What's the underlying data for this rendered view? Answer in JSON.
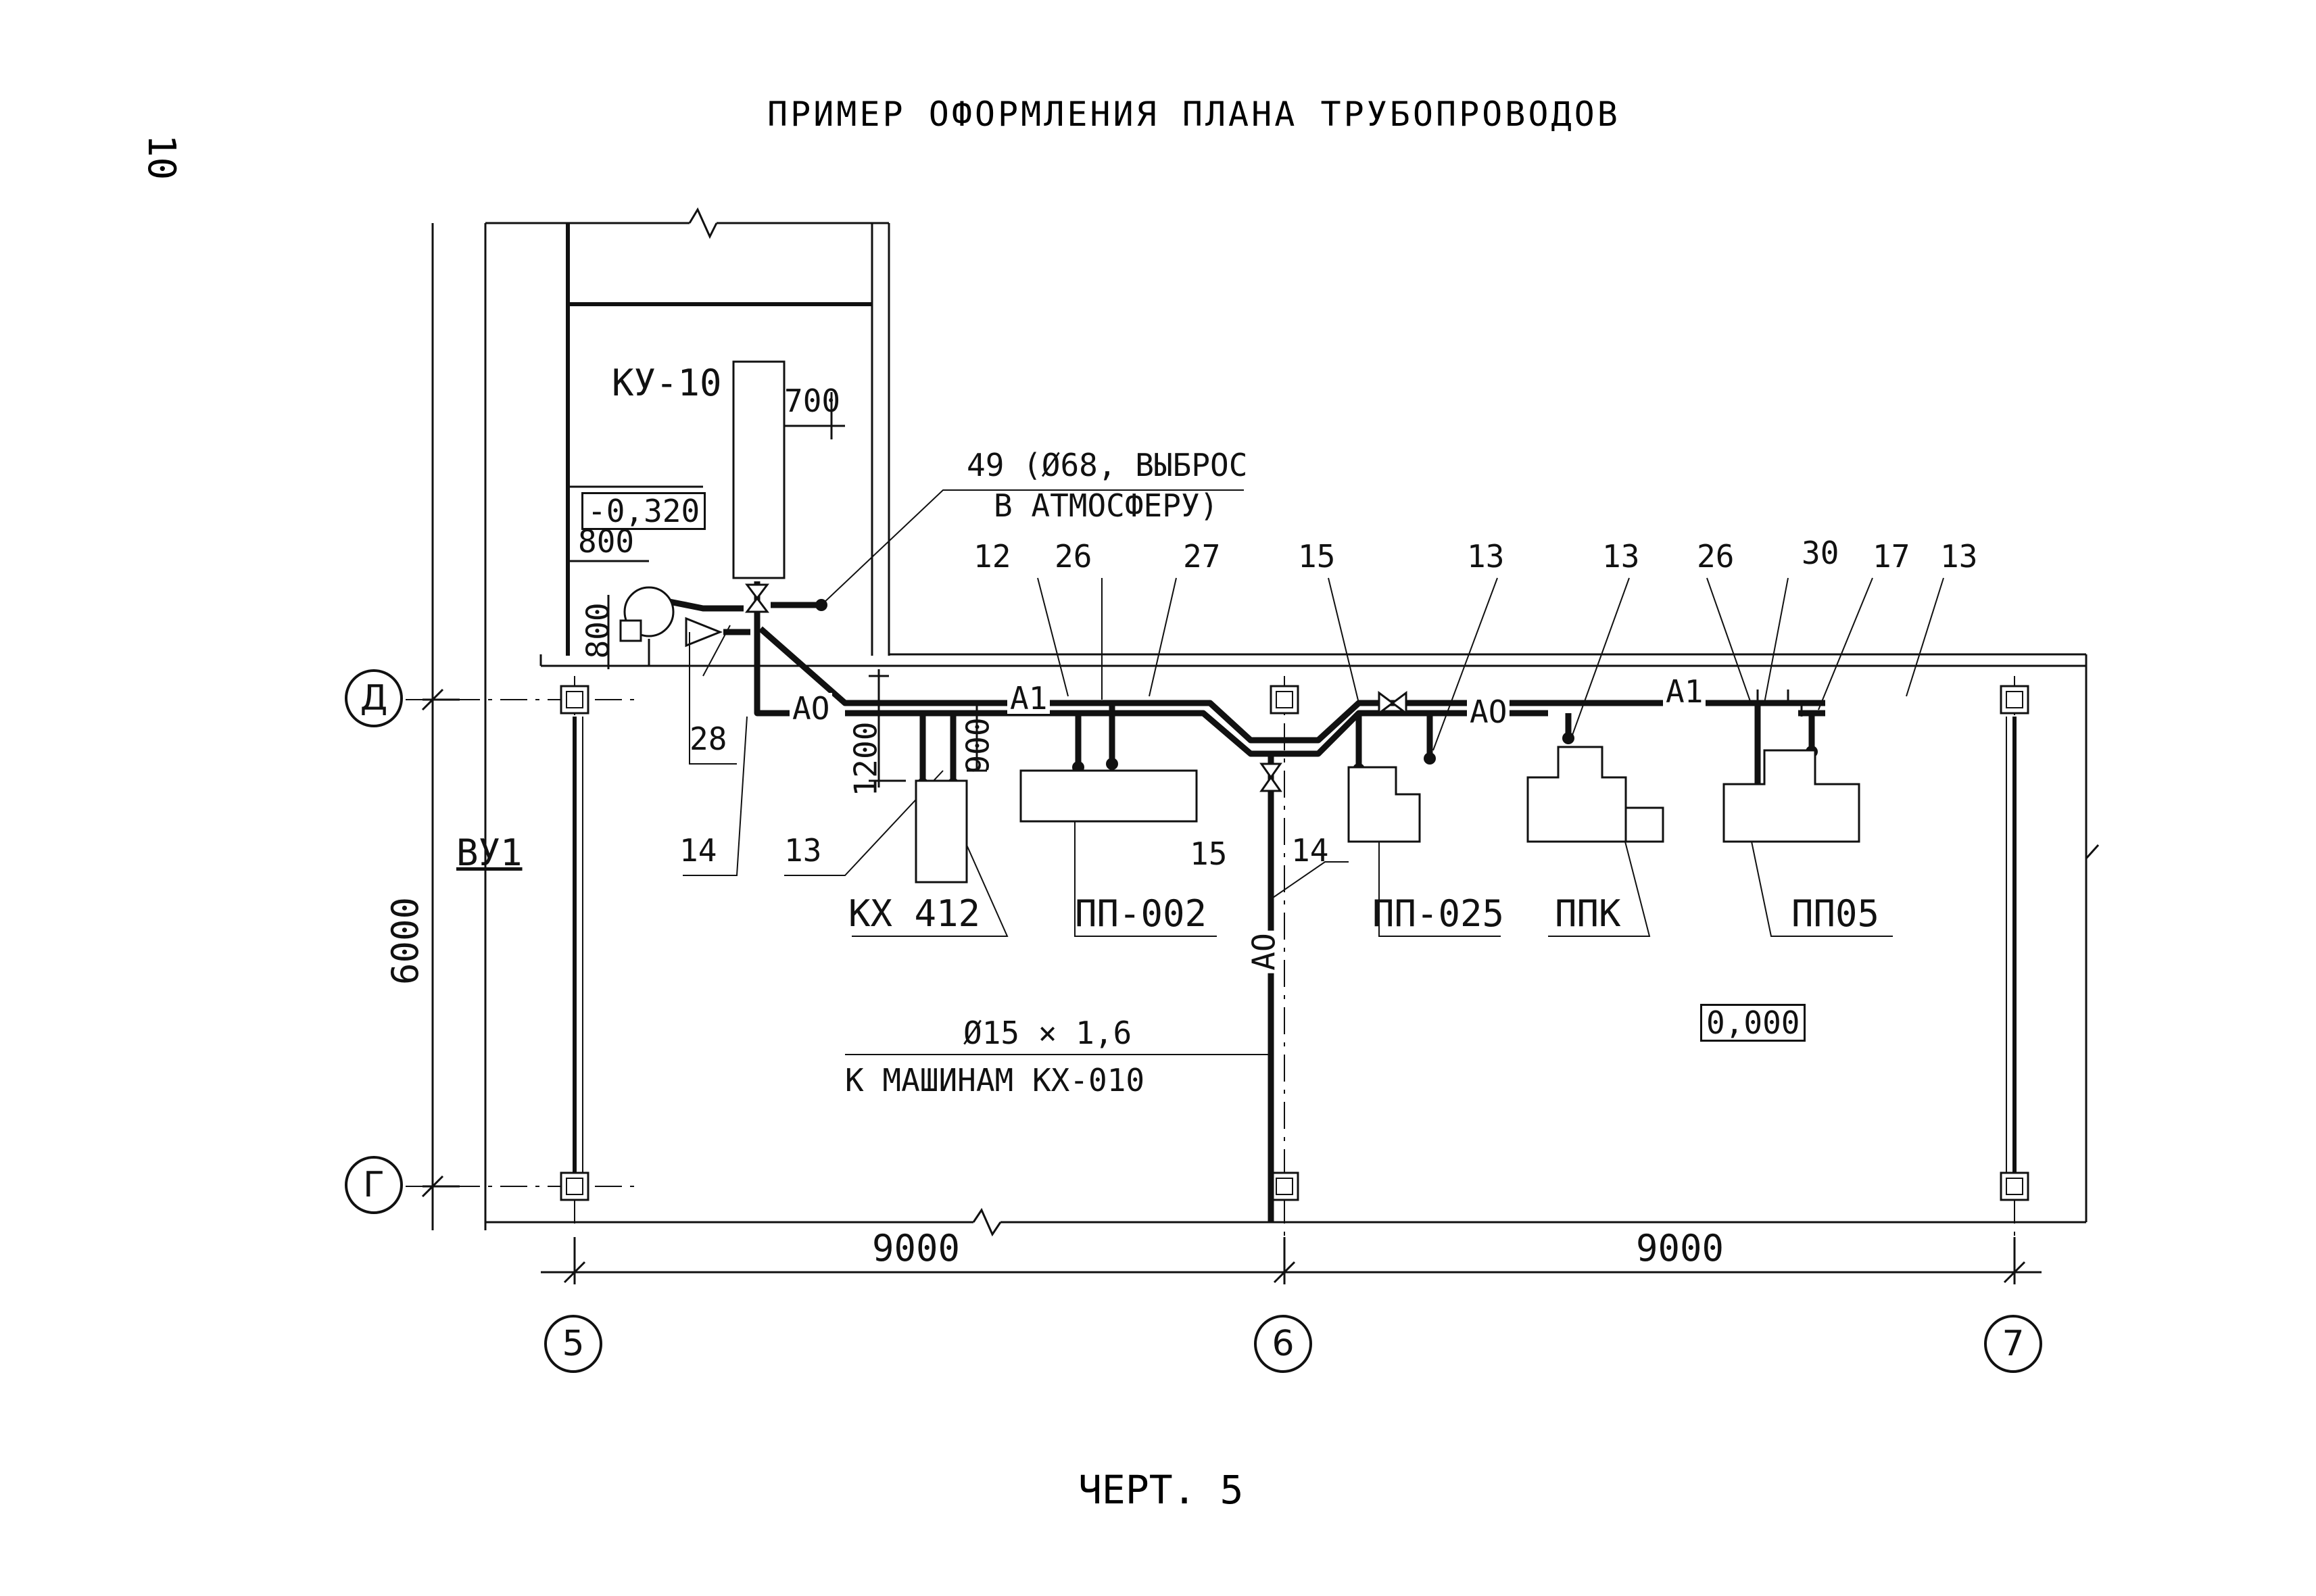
{
  "title": "Пример оформления плана трубопроводов",
  "page_number": "10",
  "caption": "Черт. 5",
  "axes": {
    "rows": [
      {
        "label": "Д"
      },
      {
        "label": "Г"
      }
    ],
    "columns": [
      {
        "label": "5"
      },
      {
        "label": "6"
      },
      {
        "label": "7"
      }
    ]
  },
  "dimensions": {
    "span_5_6": "9000",
    "span_6_7": "9000",
    "height_D_G": "6000",
    "ku10_offset": "700",
    "pump_offset_h": "800",
    "pump_offset_v": "800",
    "branch_1200": "1200",
    "branch_900": "900"
  },
  "levels": {
    "upper": "-0,320",
    "floor": "0,000"
  },
  "equipment": [
    {
      "label": "КУ-10"
    },
    {
      "label": "КХ 412"
    },
    {
      "label": "ПП-002"
    },
    {
      "label": "ПП-025"
    },
    {
      "label": "ППК"
    },
    {
      "label": "ПП05"
    }
  ],
  "pipe_codes": [
    "АО",
    "А1",
    "АО",
    "А1",
    "АО"
  ],
  "leaders": [
    "12",
    "26",
    "27",
    "15",
    "13",
    "13",
    "26",
    "30",
    "17",
    "13",
    "14",
    "13",
    "14",
    "28",
    "15"
  ],
  "vent_note": {
    "line1": "49 (Ø68, выброс",
    "line2": "в атмосферу)"
  },
  "branch_note": {
    "line1": "Ø15 × 1,6",
    "line2": "к машинам КХ-010"
  },
  "equipment_tag": "ВУ1"
}
